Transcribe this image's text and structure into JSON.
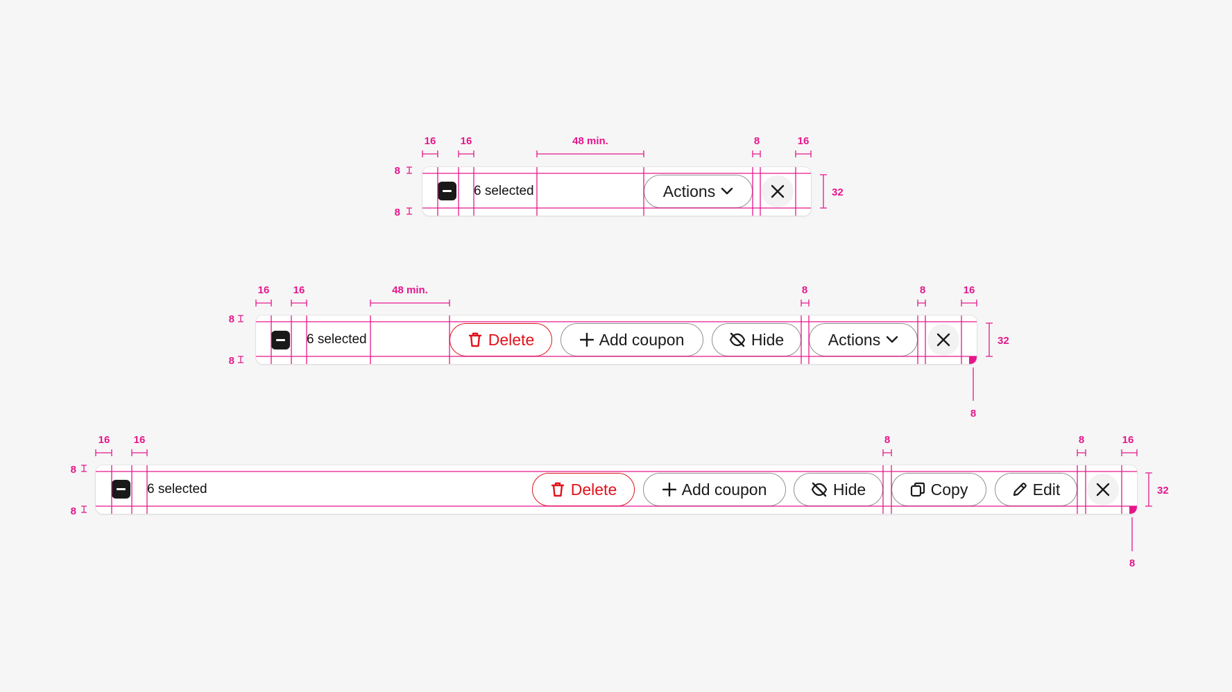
{
  "colors": {
    "guide": "#e5168c",
    "danger": "#e0121b",
    "page_bg": "#f6f6f6"
  },
  "bar_small": {
    "selected_text": "6 selected",
    "actions_label": "Actions",
    "dims": {
      "pad_left": "16",
      "gap_checkbox": "16",
      "min_space": "48 min.",
      "gap_close": "8",
      "pad_right": "16",
      "pad_top": "8",
      "pad_bottom": "8",
      "height": "32"
    }
  },
  "bar_medium": {
    "selected_text": "6 selected",
    "buttons": {
      "delete": "Delete",
      "add_coupon": "Add coupon",
      "hide": "Hide",
      "actions": "Actions"
    },
    "dims": {
      "pad_left": "16",
      "gap_checkbox": "16",
      "min_space": "48 min.",
      "gap_actions": "8",
      "gap_close": "8",
      "pad_right": "16",
      "pad_top": "8",
      "pad_bottom": "8",
      "height": "32",
      "corner": "8"
    }
  },
  "bar_large": {
    "selected_text": "6 selected",
    "buttons": {
      "delete": "Delete",
      "add_coupon": "Add coupon",
      "hide": "Hide",
      "copy": "Copy",
      "edit": "Edit"
    },
    "dims": {
      "pad_left": "16",
      "gap_checkbox": "16",
      "gap_group": "8",
      "gap_close": "8",
      "pad_right": "16",
      "pad_top": "8",
      "pad_bottom": "8",
      "height": "32",
      "corner": "8"
    }
  },
  "icons": [
    "minus-checkbox-icon",
    "chevron-down-icon",
    "close-icon",
    "trash-icon",
    "plus-icon",
    "eye-off-icon",
    "copy-icon",
    "pencil-icon"
  ]
}
